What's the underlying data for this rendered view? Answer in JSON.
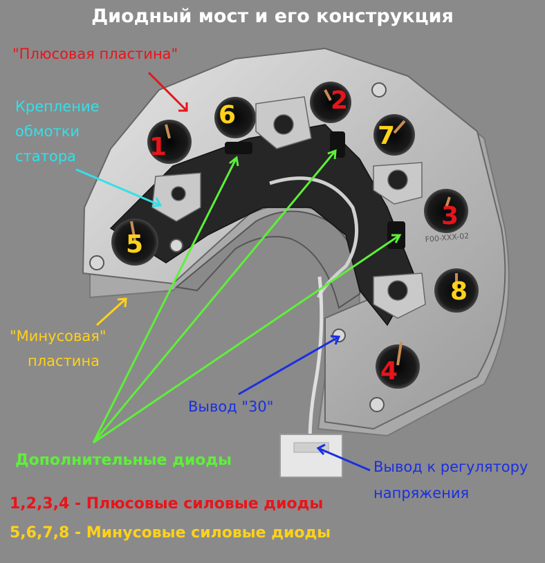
{
  "title": "Диодный мост и его конструкция",
  "colors": {
    "plus": "#e8141b",
    "minus": "#ffd21a",
    "stator": "#33e0ea",
    "extra": "#5ef03a",
    "output": "#1a2fe0",
    "background": "#8a8a8a"
  },
  "labels": {
    "plus_plate": "\"Плюсовая пластина\"",
    "stator_line1": "Крепление",
    "stator_line2": "обмотки",
    "stator_line3": "статора",
    "minus_plate_line1": "\"Минусовая\"",
    "minus_plate_line2": "пластина",
    "output30": "Вывод \"30\"",
    "regulator_line1": "Вывод к регулятору",
    "regulator_line2": "напряжения",
    "extra_diodes": "Дополнительные диоды"
  },
  "diode_numbers": {
    "d1": "1",
    "d2": "2",
    "d3": "3",
    "d4": "4",
    "d5": "5",
    "d6": "6",
    "d7": "7",
    "d8": "8"
  },
  "legend": {
    "plus": "1,2,3,4 - Плюсовые силовые диоды",
    "minus": "5,6,7,8 - Минусовые силовые диоды"
  },
  "part_marking": "F00-XXX-02"
}
